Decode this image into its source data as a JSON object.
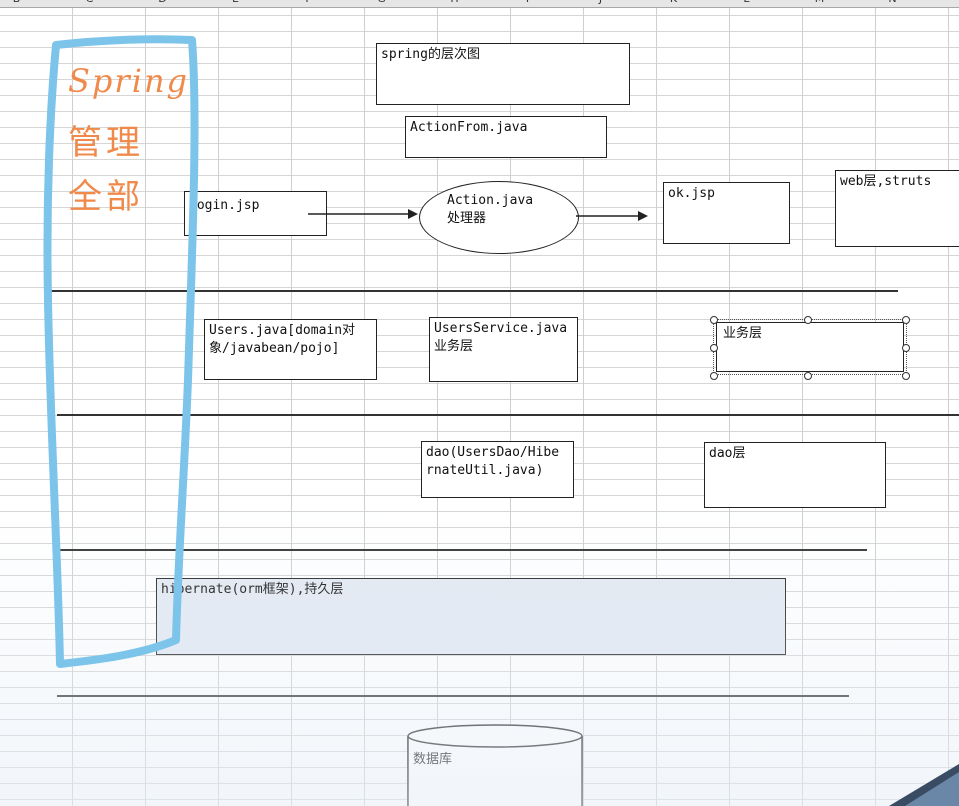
{
  "spreadsheet": {
    "column_letters": [
      "B",
      "C",
      "D",
      "E",
      "F",
      "G",
      "H",
      "I",
      "J",
      "K",
      "L",
      "M",
      "N"
    ]
  },
  "diagram": {
    "title_box": "spring的层次图",
    "action_form": "ActionFrom.java",
    "login": "login.jsp",
    "action": {
      "line1": "Action.java",
      "line2": "处理器"
    },
    "ok": "ok.jsp",
    "web_layer": "web层,struts",
    "users_domain": {
      "line1": "Users.java[domain对",
      "line2": "象/javabean/pojo]"
    },
    "users_service": {
      "line1": "UsersService.java",
      "line2": "业务层"
    },
    "service_layer": "业务层",
    "dao": {
      "line1": "dao(UsersDao/Hibe",
      "line2": "rnateUtil.java)"
    },
    "dao_layer": "dao层",
    "hibernate": "hibernate(orm框架),持久层",
    "database": "数据库"
  },
  "annotation": {
    "line1": "Spring",
    "line2": "管理",
    "line3": "全部",
    "pen_color": "#7cc4ea",
    "ink_color": "#f08a4b"
  }
}
